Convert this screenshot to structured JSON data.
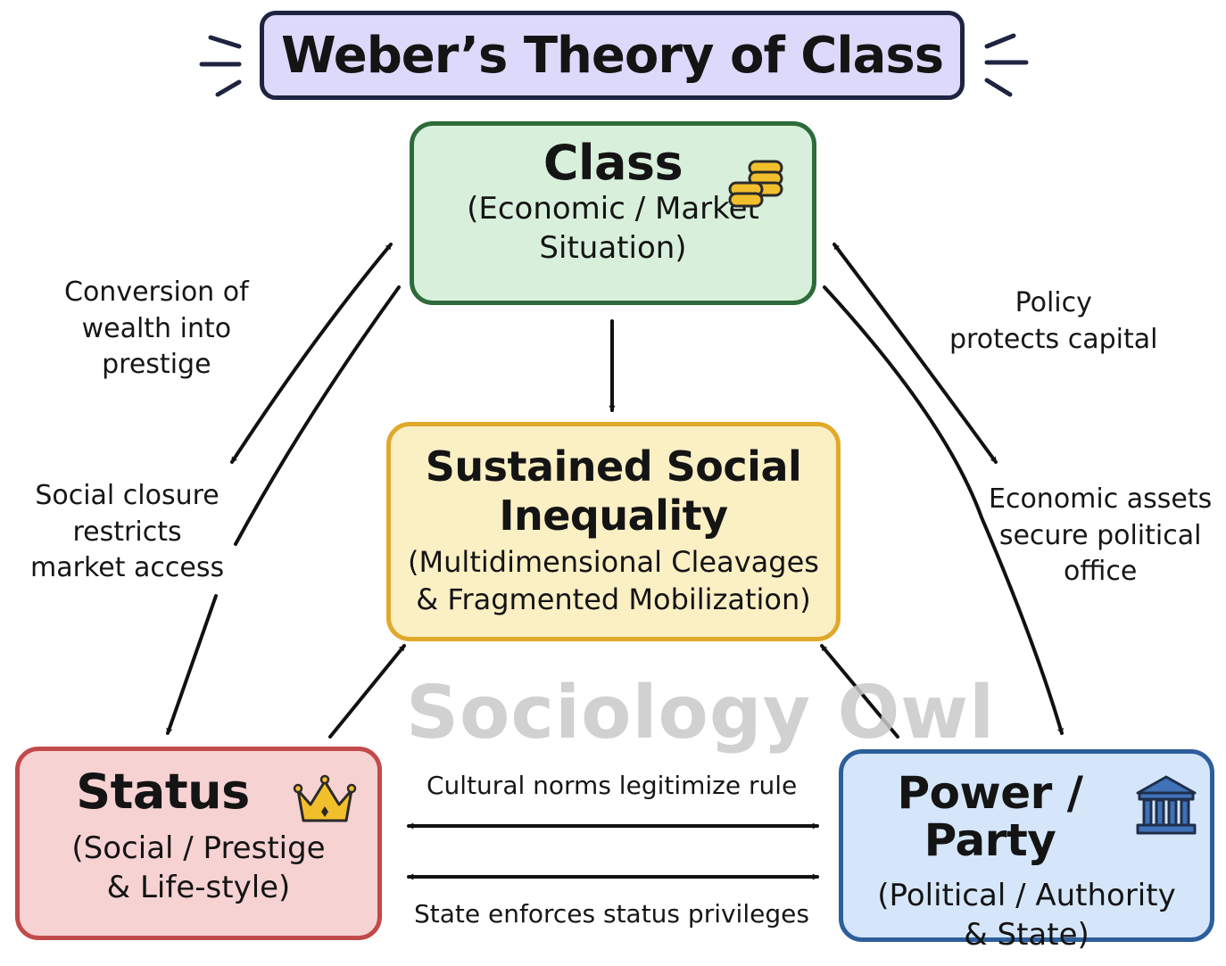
{
  "title": "Weber’s Theory of Class",
  "class_box": {
    "head": "Class",
    "sub": [
      "(Economic / Market",
      "Situation)"
    ],
    "icon": "coin-stack-icon"
  },
  "inequality_box": {
    "head": [
      "Sustained Social",
      "Inequality"
    ],
    "sub": [
      "(Multidimensional Cleavages",
      "& Fragmented Mobilization)"
    ]
  },
  "status_box": {
    "head": "Status",
    "sub": [
      "(Social / Prestige",
      "& Life-style)"
    ],
    "icon": "crown-icon"
  },
  "power_box": {
    "head": "Power / Party",
    "sub": [
      "(Political / Authority",
      "& State)"
    ],
    "icon": "government-building-icon"
  },
  "labels": {
    "conversion": [
      "Conversion of",
      "wealth into",
      "prestige"
    ],
    "closure": [
      "Social closure",
      "restricts",
      "market access"
    ],
    "policy": [
      "Policy",
      "protects capital"
    ],
    "assets": [
      "Economic assets",
      "secure political",
      "office"
    ],
    "cultural": "Cultural norms legitimize rule",
    "state": "State enforces status privileges"
  },
  "watermark": "Sociology Owl",
  "colors": {
    "title_fill": "#dcd9fb",
    "class_fill": "#d8f0db",
    "class_border": "#2e6b3a",
    "inequality_fill": "#fbefc4",
    "inequality_border": "#e0a92a",
    "status_fill": "#f7d2d2",
    "status_border": "#c24a4a",
    "power_fill": "#d5e6fa",
    "power_border": "#2d5e9c"
  }
}
